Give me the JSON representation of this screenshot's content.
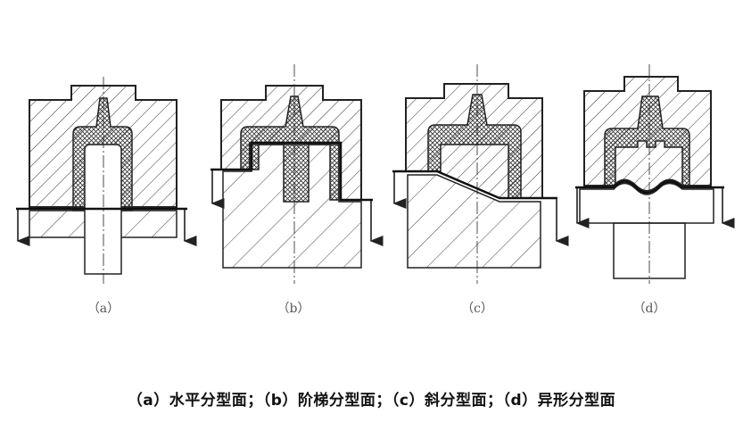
{
  "panels": [
    {
      "id": "a",
      "label": "（a）"
    },
    {
      "id": "b",
      "label": "（b）"
    },
    {
      "id": "c",
      "label": "（c）"
    },
    {
      "id": "d",
      "label": "（d）"
    }
  ],
  "caption": "（a）水平分型面；（b）阶梯分型面；（c）斜分型面；（d）异形分型面"
}
